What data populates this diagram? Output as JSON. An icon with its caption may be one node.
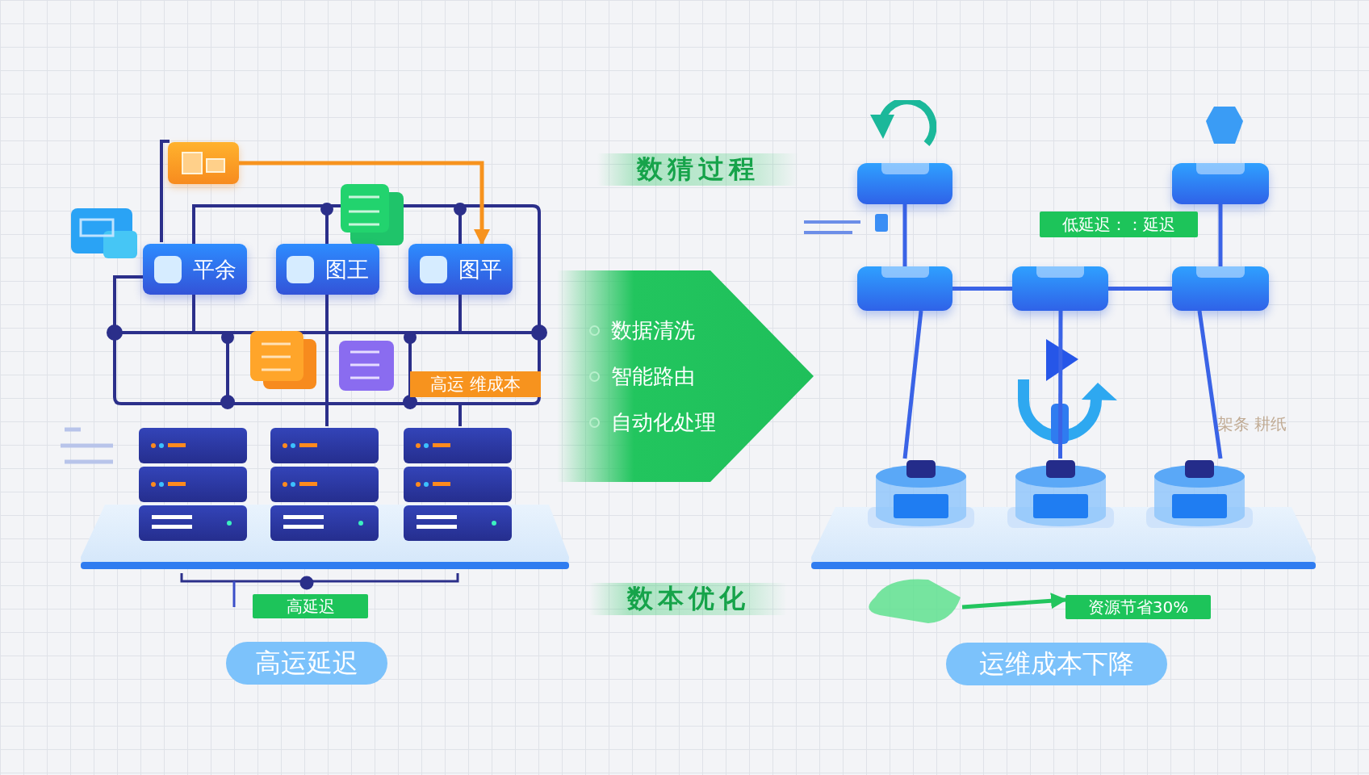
{
  "diagram": {
    "nodes": [
      {
        "text": [],
        "shape": "box"
      },
      {
        "text": [
          "平余"
        ]
      },
      {
        "text": [
          "图王"
        ]
      },
      {
        "text": [
          "图平"
        ]
      },
      {
        "text": [
          "高运 维成本"
        ]
      },
      {
        "text": [
          "高延迟"
        ]
      },
      {
        "text": [
          "高运延迟"
        ]
      },
      {
        "text": [
          "数猜过程"
        ]
      },
      {
        "text": [
          "数据清洗",
          "智能路由",
          "自动化处理"
        ]
      },
      {
        "text": [
          "数本优化"
        ]
      },
      {
        "text": [],
        "shape": "box"
      },
      {
        "text": [],
        "shape": "box"
      },
      {
        "text": [
          "低延迟：：延迟"
        ]
      },
      {
        "text": [],
        "shape": "box"
      },
      {
        "text": [],
        "shape": "box"
      },
      {
        "text": [],
        "shape": "box"
      },
      {
        "text": [],
        "shape": "cylinder"
      },
      {
        "text": [],
        "shape": "cylinder"
      },
      {
        "text": [],
        "shape": "cylinder"
      },
      {
        "text": [
          "资源节省30%"
        ]
      },
      {
        "text": [
          "运维成本下降"
        ]
      },
      {
        "text": [],
        "shape": "picture"
      },
      {
        "text": [],
        "shape": "picture"
      }
    ],
    "edges": [
      {
        "from": 0,
        "to": 3,
        "arrow": "to",
        "color": "#f7931e"
      },
      {
        "from": 10,
        "to": 13,
        "arrow": "none"
      },
      {
        "from": 13,
        "to": 14,
        "arrow": "none"
      },
      {
        "from": 14,
        "to": 15,
        "arrow": "none"
      },
      {
        "from": 11,
        "to": 15,
        "arrow": "none"
      },
      {
        "from": 13,
        "to": 16,
        "arrow": "none"
      },
      {
        "from": 14,
        "to": 17,
        "arrow": "none"
      },
      {
        "from": 15,
        "to": 18,
        "arrow": "none"
      },
      {
        "from": 22,
        "to": 19,
        "arrow": "to",
        "color": "#22c55e"
      }
    ],
    "labels": [
      "架条 耕纸"
    ]
  }
}
